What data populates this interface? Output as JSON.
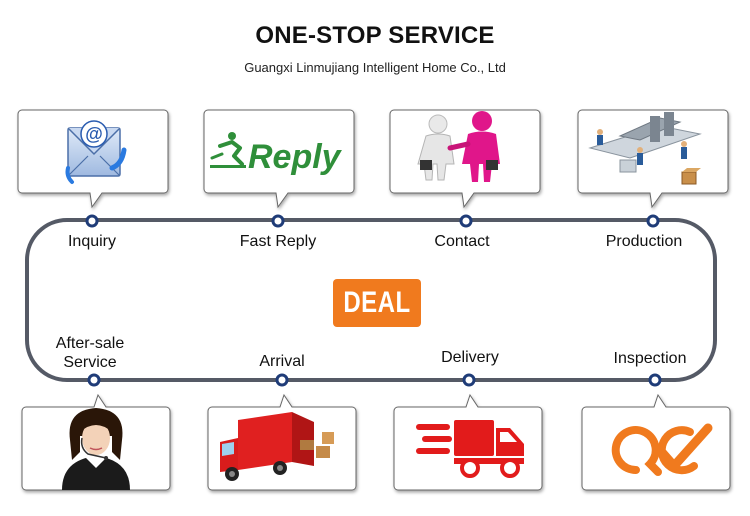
{
  "header": {
    "title": "ONE-STOP SERVICE",
    "subtitle": "Guangxi Linmujiang Intelligent Home Co., Ltd"
  },
  "center": {
    "label": "DEAL",
    "color": "#f07a1e"
  },
  "steps_top": [
    {
      "label": "Inquiry",
      "icon": "email-envelope-icon"
    },
    {
      "label": "Fast Reply",
      "icon": "reply-logo-icon"
    },
    {
      "label": "Contact",
      "icon": "handshake-icon"
    },
    {
      "label": "Production",
      "icon": "factory-line-icon"
    }
  ],
  "steps_bottom": [
    {
      "label_line1": "After-sale",
      "label_line2": "Service",
      "icon": "customer-service-agent-icon"
    },
    {
      "label": "Arrival",
      "icon": "delivery-truck-icon"
    },
    {
      "label": "Delivery",
      "icon": "fast-delivery-truck-icon"
    },
    {
      "label": "Inspection",
      "icon": "qc-check-icon"
    }
  ],
  "reply_logo_text": "Reply",
  "qc_logo_text": "QC",
  "colors": {
    "track": "#555a66",
    "node": "#1f3c78",
    "accent": "#f07a1e",
    "reply_green": "#2f8f3a",
    "truck_red": "#e21b1b"
  }
}
